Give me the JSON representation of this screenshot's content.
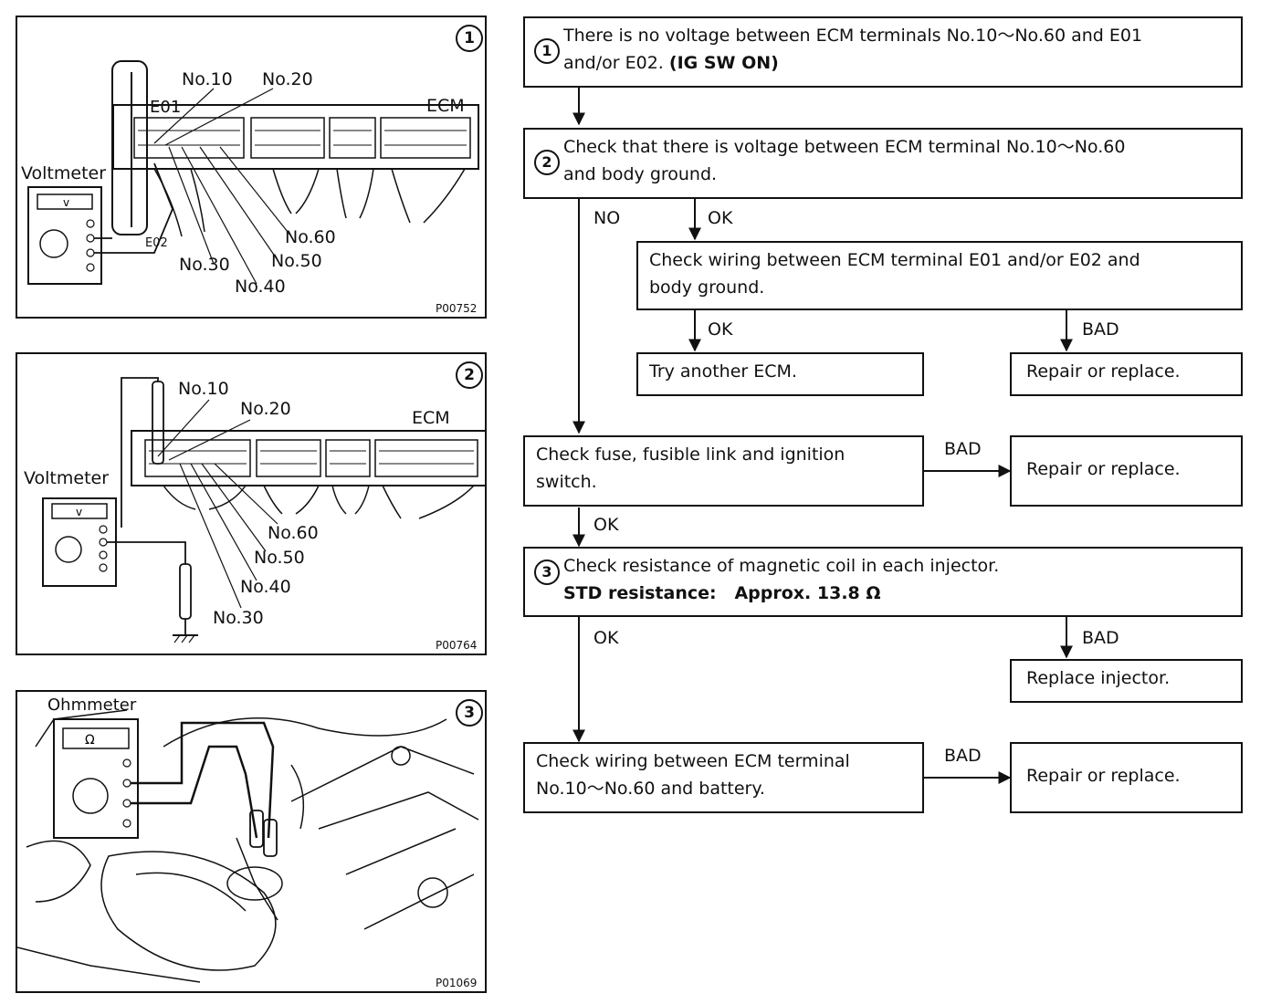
{
  "figure1": {
    "number": "1",
    "code": "P00752",
    "ecm": "ECM",
    "voltmeter": "Voltmeter",
    "e01": "E01",
    "e02": "E02",
    "terminals": [
      "No.10",
      "No.20",
      "No.30",
      "No.40",
      "No.50",
      "No.60"
    ]
  },
  "figure2": {
    "number": "2",
    "code": "P00764",
    "ecm": "ECM",
    "voltmeter": "Voltmeter",
    "terminals": [
      "No.10",
      "No.20",
      "No.30",
      "No.40",
      "No.50",
      "No.60"
    ]
  },
  "figure3": {
    "number": "3",
    "code": "P01069",
    "ohmmeter": "Ohmmeter"
  },
  "flow": {
    "step1": {
      "num": "1",
      "line1": "There is no voltage between ECM terminals No.10～No.60 and E01",
      "line2": "and/or E02.",
      "line2_bold": "(IG SW ON)"
    },
    "step2": {
      "num": "2",
      "line1": "Check that there is voltage between ECM terminal No.10～No.60",
      "line2": "and body ground."
    },
    "check_wiring_ground": {
      "line1": "Check wiring between ECM terminal E01 and/or E02 and",
      "line2": "body ground."
    },
    "try_another_ecm": "Try another ECM.",
    "repair_replace_1": "Repair or replace.",
    "check_fuse": {
      "line1": "Check fuse, fusible link and ignition",
      "line2": "switch."
    },
    "repair_replace_2": "Repair or replace.",
    "step3": {
      "num": "3",
      "line1": "Check resistance of magnetic coil in each injector.",
      "std_label": "STD resistance:",
      "std_value": "Approx. 13.8 Ω"
    },
    "replace_injector": "Replace injector.",
    "check_wiring_battery": {
      "line1": "Check wiring between ECM terminal",
      "line2": "No.10～No.60 and battery."
    },
    "repair_replace_3": "Repair or replace.",
    "labels": {
      "no": "NO",
      "ok": "OK",
      "bad": "BAD"
    }
  }
}
